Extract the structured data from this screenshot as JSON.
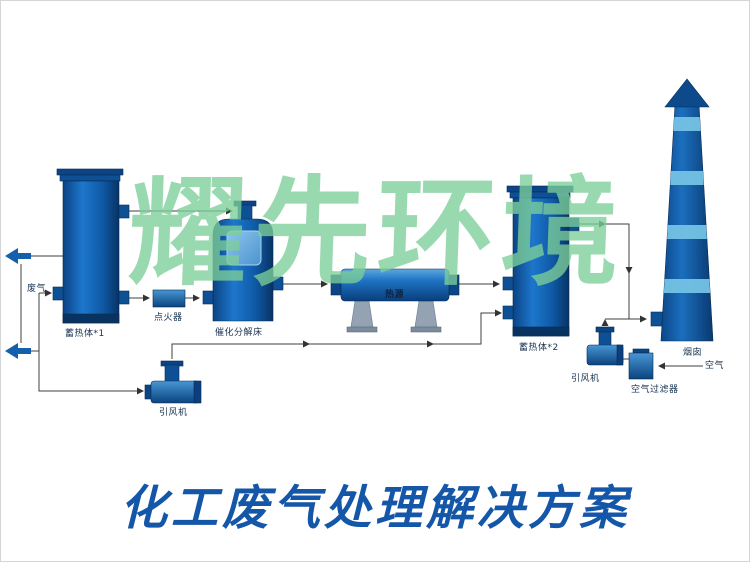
{
  "watermark": "耀先环境",
  "title": "化工废气处理解决方案",
  "labels": {
    "waste_gas": "废气",
    "regenerator1": "蓄热体*1",
    "igniter": "点火器",
    "catalytic_bed": "催化分解床",
    "heat_source": "热源",
    "regenerator2": "蓄热体*2",
    "fan1": "引风机",
    "fan2": "引风机",
    "air_filter": "空气过滤器",
    "air": "空气",
    "chimney": "烟囱"
  },
  "colors": {
    "vessel_blue_dark": "#0b4384",
    "vessel_blue_mid": "#1d77cc",
    "vessel_blue_deep": "#083364",
    "stripe_light_blue": "#74c2e4",
    "watermark_green": "#7cce98",
    "title_blue": "#1456a8",
    "pipe_line": "#3f3f3f",
    "leg_gray": "#93a3b3"
  }
}
